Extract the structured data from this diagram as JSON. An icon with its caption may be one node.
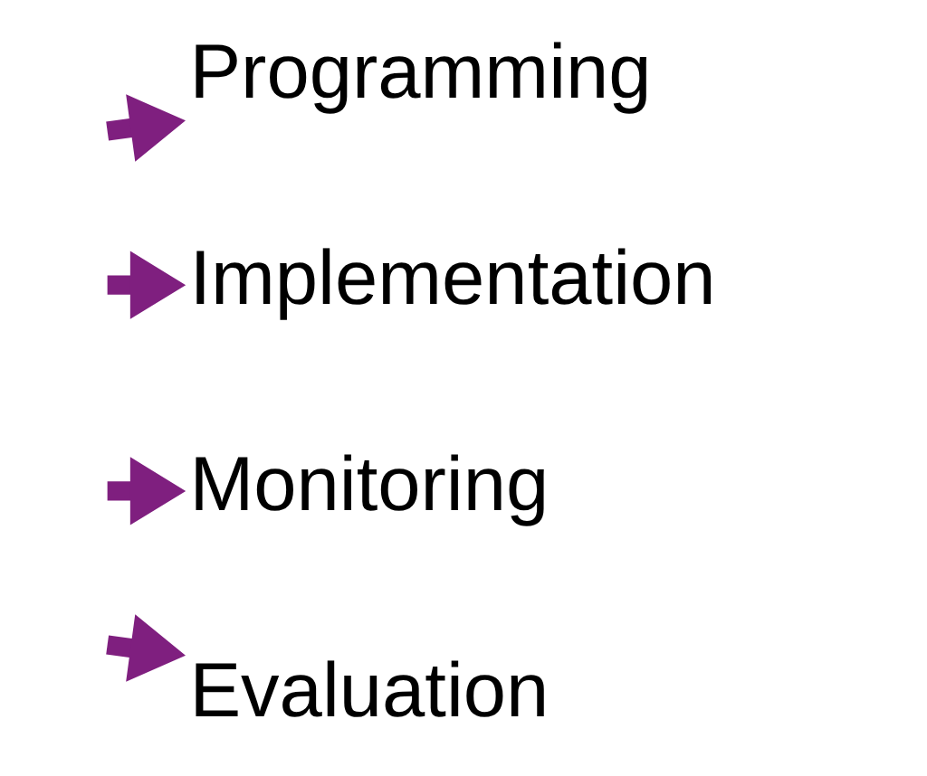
{
  "diagram": {
    "nodes": [
      {
        "text": [
          "Programming"
        ]
      },
      {
        "text": [
          "Implementation"
        ]
      },
      {
        "text": [
          "Monitoring"
        ]
      },
      {
        "text": [
          "Evaluation"
        ]
      }
    ],
    "edges": [
      {
        "from": null,
        "to": 0,
        "arrow": "to"
      },
      {
        "from": null,
        "to": 1,
        "arrow": "to"
      },
      {
        "from": null,
        "to": 2,
        "arrow": "to"
      },
      {
        "from": null,
        "to": 3,
        "arrow": "to"
      }
    ]
  }
}
